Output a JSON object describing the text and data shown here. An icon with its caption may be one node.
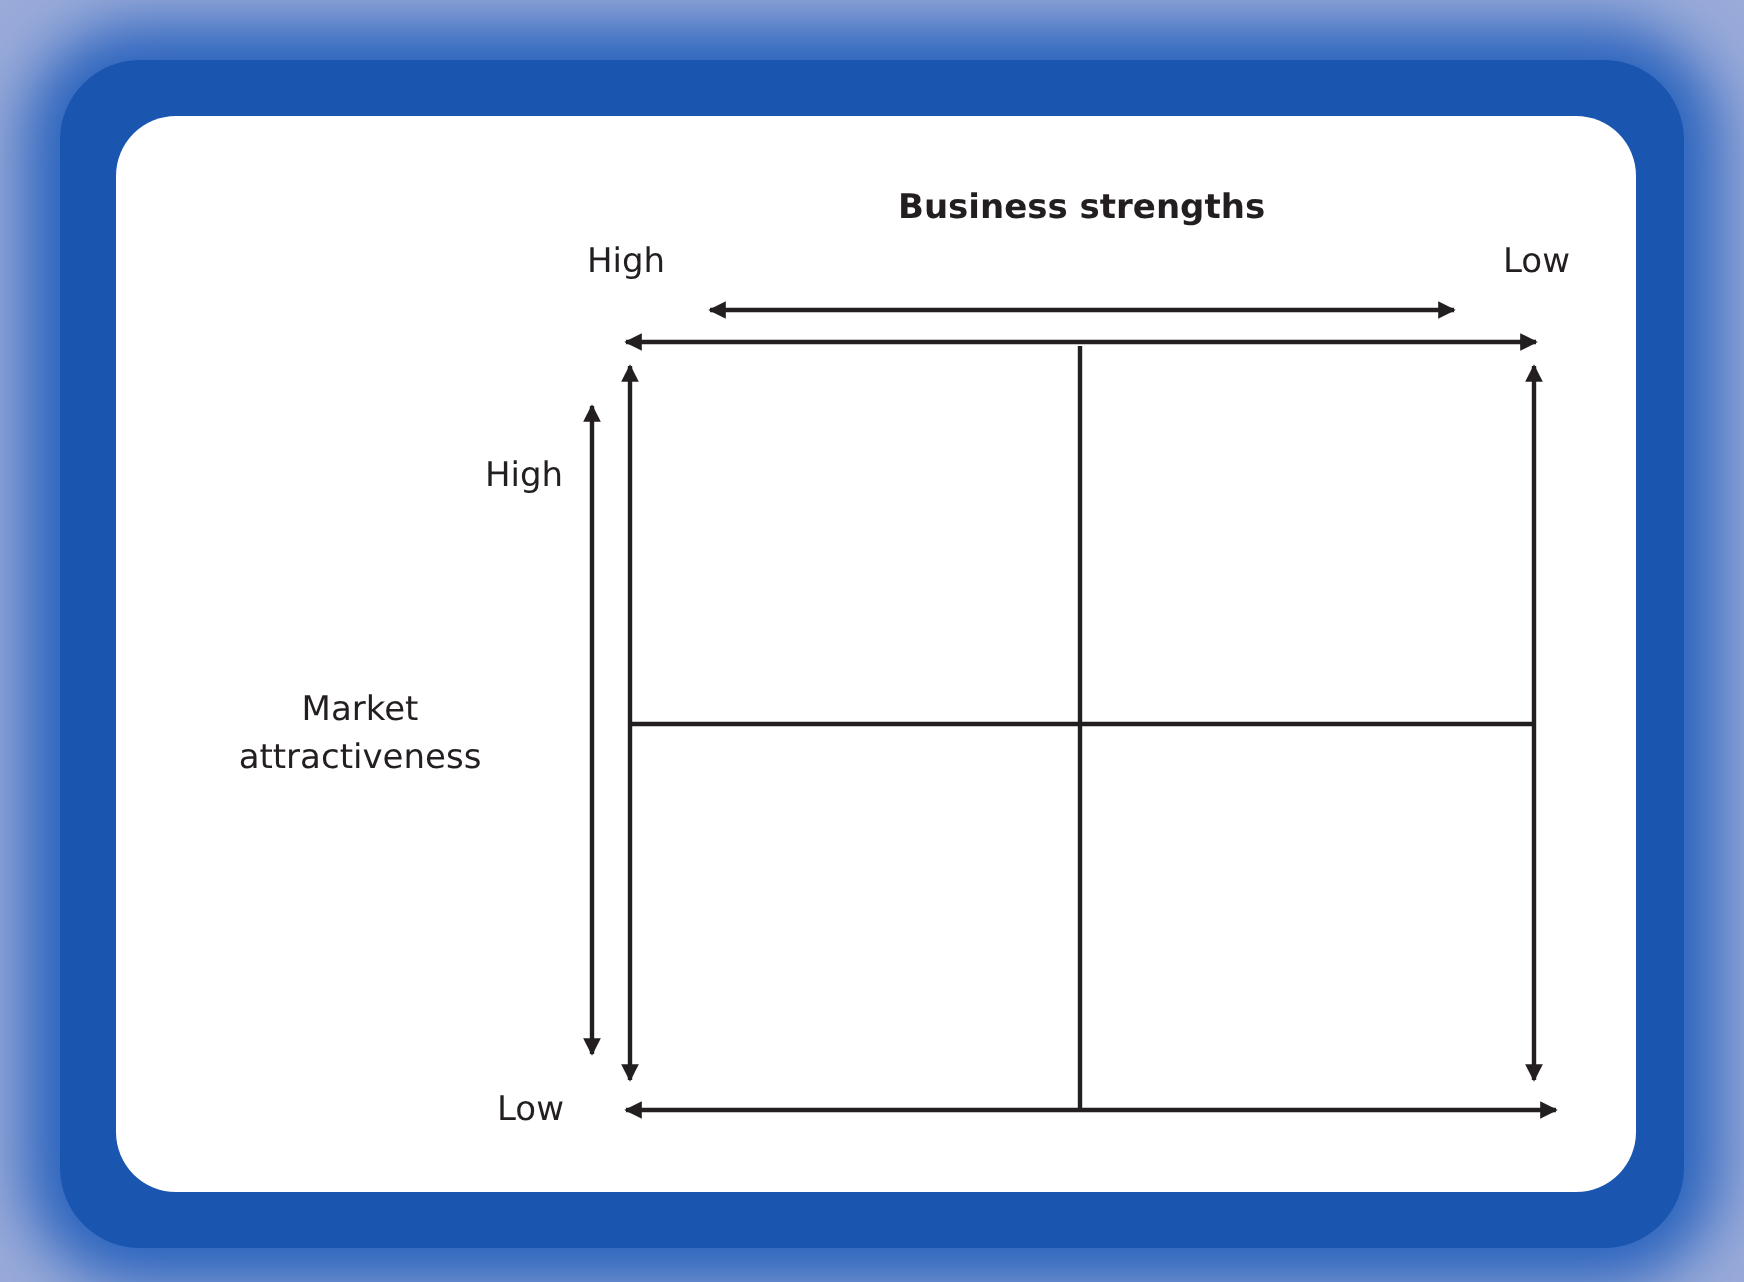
{
  "diagram": {
    "labels": [
      "Business strengths",
      "High",
      "Low",
      "High",
      "Market attractiveness",
      "Low"
    ]
  }
}
